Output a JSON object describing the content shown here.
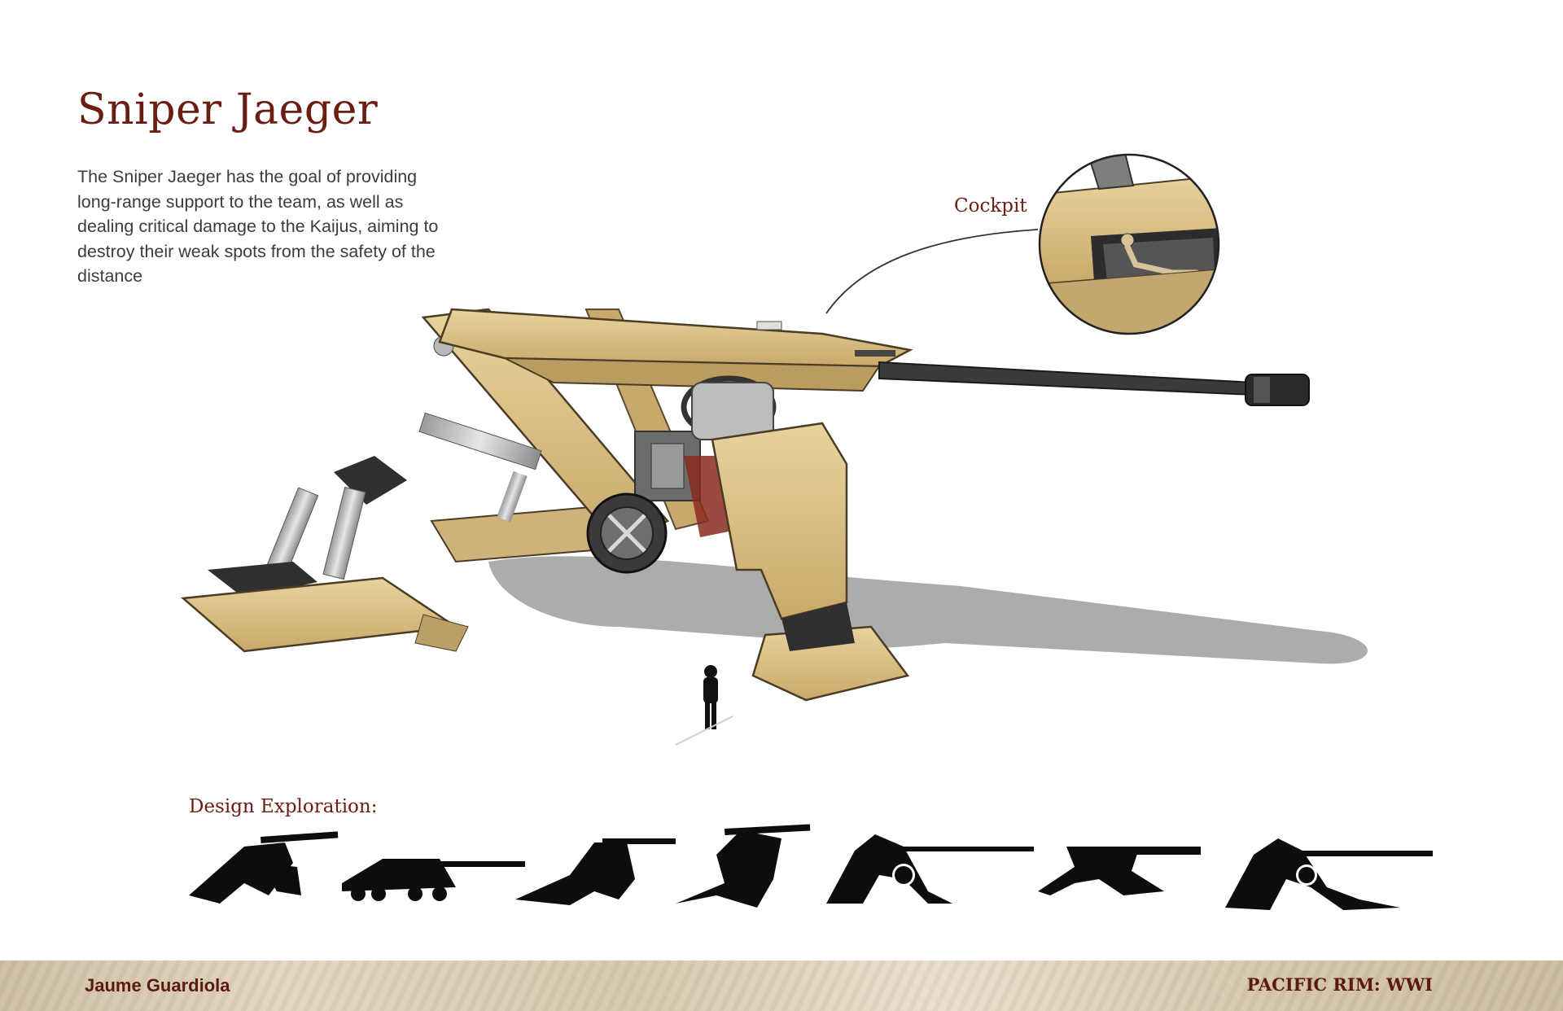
{
  "page": {
    "title": "Sniper Jaeger",
    "description": "The Sniper Jaeger has the goal of providing long-range support to the team, as well as dealing critical damage to the Kaijus, aiming to destroy their weak spots from the safety of the distance",
    "callout_label": "Cockpit",
    "exploration_label": "Design Exploration:"
  },
  "footer": {
    "author": "Jaume Guardiola",
    "project": "PACIFIC RIM: WWI"
  },
  "colors": {
    "heading": "#6b1d12",
    "body_text": "#3c3c3c",
    "mech_armor": "#d9bf84",
    "footer_bg": "#dccdb4"
  },
  "artwork": {
    "main_illustration": "sniper-jaeger-mech",
    "cockpit_detail": "cockpit-pilot-closeup",
    "silhouette_count": 7
  }
}
